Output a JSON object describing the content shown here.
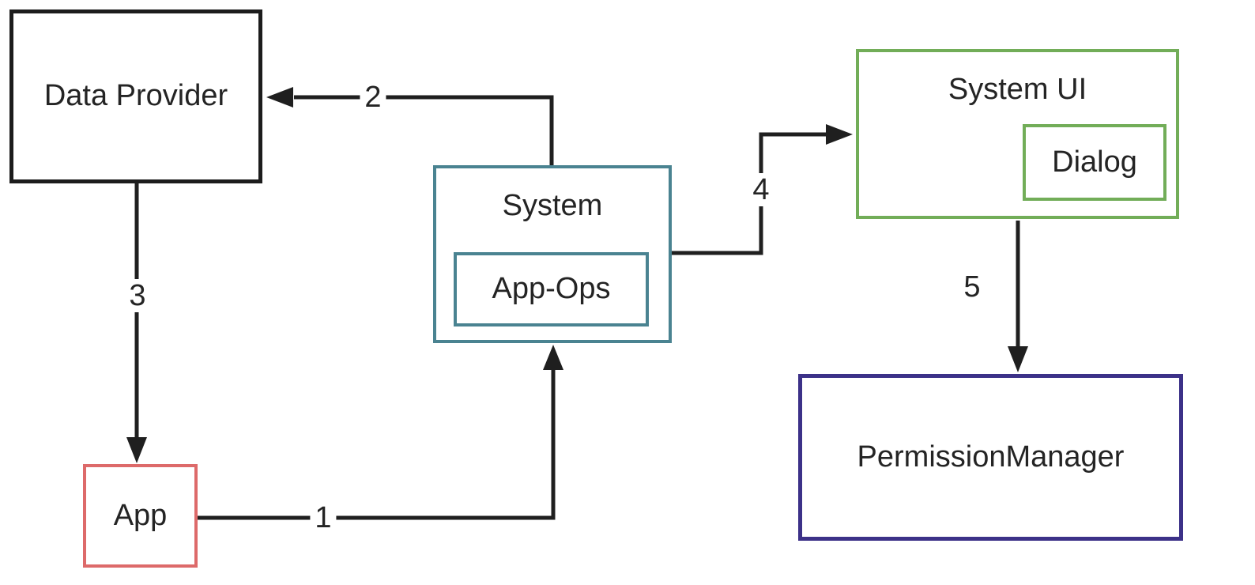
{
  "diagram": {
    "kind": "flow-diagram",
    "arrow_color": "#1f1f1f",
    "text_color": "#242424",
    "nodes": {
      "data_provider": {
        "label": "Data Provider",
        "border_color": "#1c1c1c"
      },
      "app": {
        "label": "App",
        "border_color": "#dd6a6a"
      },
      "system": {
        "label": "System",
        "border_color": "#4a8391"
      },
      "app_ops": {
        "label": "App-Ops",
        "border_color": "#4a8391"
      },
      "system_ui": {
        "label": "System UI",
        "border_color": "#72ad58"
      },
      "dialog": {
        "label": "Dialog",
        "border_color": "#72ad58"
      },
      "permission_manager": {
        "label": "PermissionManager",
        "border_color": "#3c3188"
      }
    },
    "edges": [
      {
        "label": "1",
        "from": "App",
        "to": "System"
      },
      {
        "label": "2",
        "from": "System",
        "to": "Data Provider"
      },
      {
        "label": "3",
        "from": "Data Provider",
        "to": "App"
      },
      {
        "label": "4",
        "from": "System",
        "to": "System UI"
      },
      {
        "label": "5",
        "from": "System UI",
        "to": "PermissionManager"
      }
    ]
  }
}
